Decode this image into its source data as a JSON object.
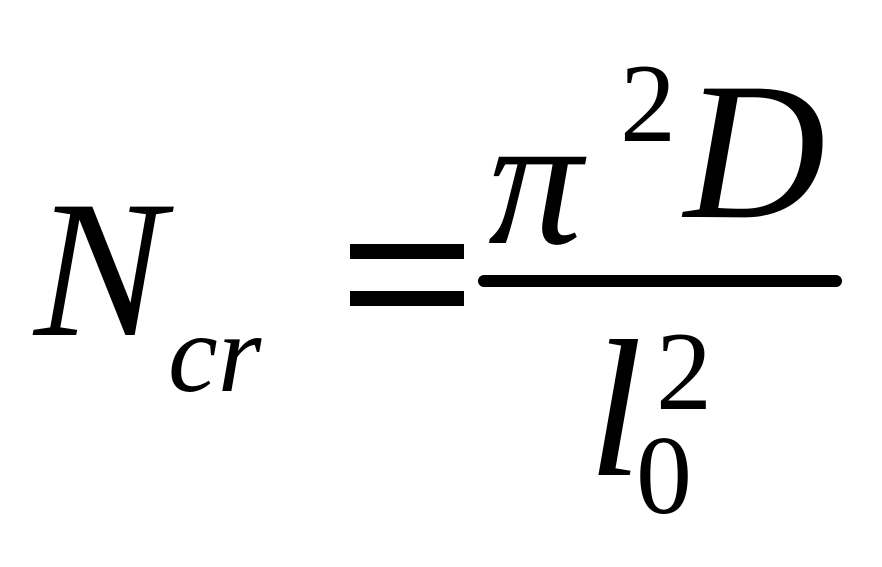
{
  "formula": {
    "lhs_symbol": "N",
    "lhs_subscript": "cr",
    "equals": "=",
    "numerator": {
      "symbol": "π",
      "exponent": "2",
      "variable": "D"
    },
    "denominator": {
      "symbol": "l",
      "exponent": "2",
      "subscript": "0"
    }
  }
}
